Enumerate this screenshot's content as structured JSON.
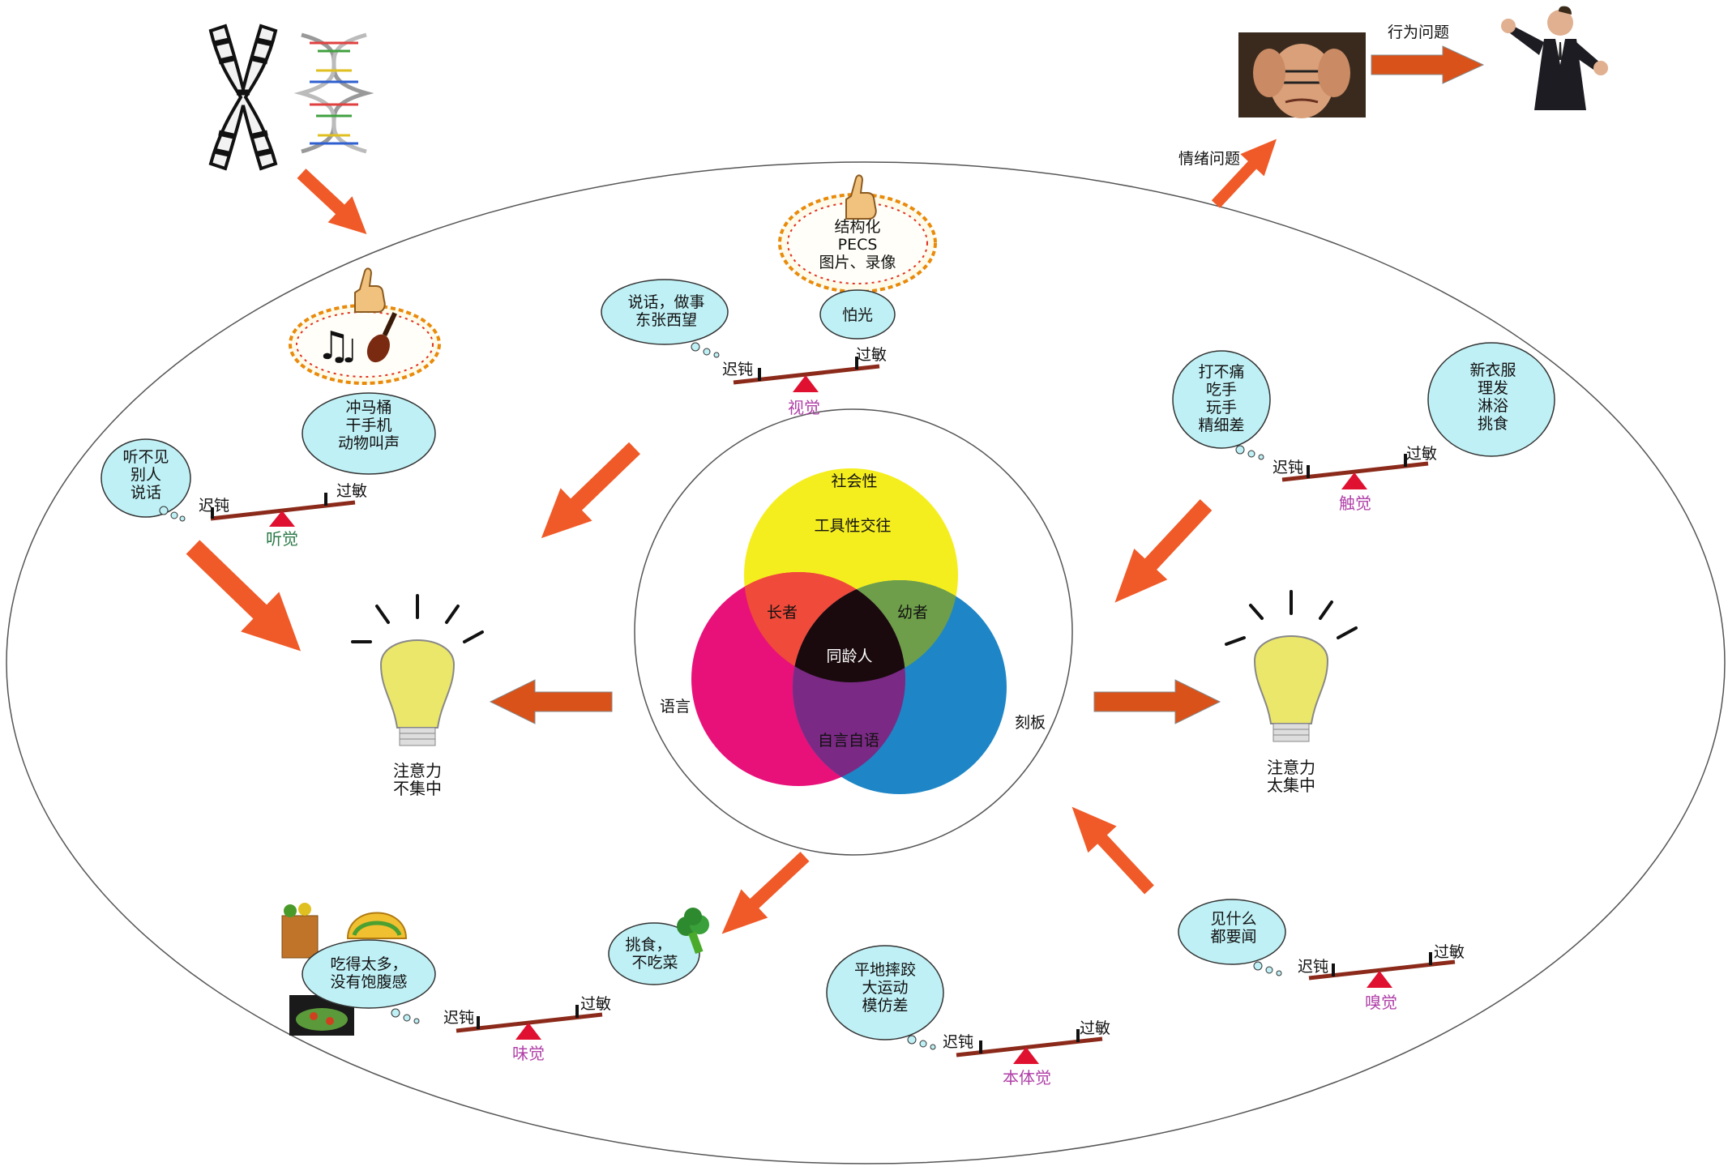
{
  "venn": {
    "top": "社会性",
    "left": "语言",
    "right": "刻板",
    "yellow": "工具性交往",
    "red": "长者",
    "green": "幼者",
    "center": "同龄人",
    "purple": "自言自语"
  },
  "scale_labels": {
    "low": "迟钝",
    "high": "过敏"
  },
  "senses": {
    "hearing": "听觉",
    "vision": "视觉",
    "touch": "触觉",
    "taste": "味觉",
    "proprio": "本体觉",
    "smell": "嗅觉"
  },
  "bubbles": {
    "hearing_low": [
      "听不见",
      "别人",
      "说话"
    ],
    "hearing_high": [
      "冲马桶",
      "干手机",
      "动物叫声"
    ],
    "vision_low": [
      "说话，做事",
      "东张西望"
    ],
    "vision_high": [
      "怕光"
    ],
    "vision_cloud": [
      "结构化",
      "PECS",
      "图片、录像"
    ],
    "touch_low": [
      "打不痛",
      "吃手",
      "玩手",
      "精细差"
    ],
    "touch_high": [
      "新衣服",
      "理发",
      "淋浴",
      "挑食"
    ],
    "taste_low": [
      "吃得太多，",
      "没有饱腹感"
    ],
    "taste_high": [
      "挑食，",
      "不吃菜"
    ],
    "proprio_low": [
      "平地摔跤",
      "大运动",
      "模仿差"
    ],
    "smell_low": [
      "见什么",
      "都要闻"
    ]
  },
  "attention": {
    "left": [
      "注意力",
      "不集中"
    ],
    "right": [
      "注意力",
      "太集中"
    ]
  },
  "top_right": {
    "emotion": "情绪问题",
    "behavior": "行为问题"
  },
  "colors": {
    "arrow": "#f05a28",
    "yellow": "#f5ee1e",
    "magenta": "#e8117a",
    "cyan": "#1e86c6",
    "red_overlap": "#f04a3a",
    "green_overlap": "#6e9e4a",
    "purple_overlap": "#7a2a84",
    "center_overlap": "#1a0a0e",
    "bubble": "#bff0f5",
    "bulb": "#ebe76a",
    "beam": "#8b2a1a",
    "fulcrum": "#e01030",
    "sense_purple": "#b040a8",
    "sense_green": "#2a7a48"
  }
}
